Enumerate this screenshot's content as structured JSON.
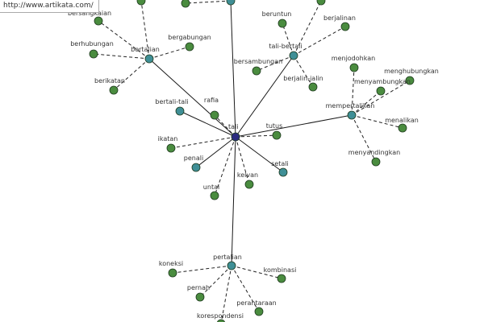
{
  "header": {
    "source_url": "http://www.artikata.com/"
  },
  "colors": {
    "center_node": "#2b2b80",
    "hub_node": "#3f8f96",
    "leaf_node": "#4a8c3f",
    "solid_edge": "#1a1a1a",
    "dashed_edge": "#222222",
    "label_text": "#333333"
  },
  "graph": {
    "nodes": [
      {
        "id": "tali",
        "label": "tali",
        "kind": "center"
      },
      {
        "id": "bertalian",
        "label": "bertalian",
        "kind": "hub"
      },
      {
        "id": "tali-bertali",
        "label": "tali-bertali",
        "kind": "hub"
      },
      {
        "id": "mempertalikan",
        "label": "mempertalikan",
        "kind": "hub"
      },
      {
        "id": "pertalian",
        "label": "pertalian",
        "kind": "hub"
      },
      {
        "id": "bertali-tali",
        "label": "bertali-tali",
        "kind": "hub"
      },
      {
        "id": "penali",
        "label": "penali",
        "kind": "hub"
      },
      {
        "id": "setali",
        "label": "setali",
        "kind": "hub"
      },
      {
        "id": "top-hub",
        "label": "",
        "kind": "hub"
      },
      {
        "id": "bersangkaian",
        "label": "bersangkaian",
        "kind": "leaf"
      },
      {
        "id": "berhubungan",
        "label": "berhubungan",
        "kind": "leaf"
      },
      {
        "id": "bergabungan",
        "label": "bergabungan",
        "kind": "leaf"
      },
      {
        "id": "berikatan",
        "label": "berikatan",
        "kind": "leaf"
      },
      {
        "id": "top-leaf-a",
        "label": "",
        "kind": "leaf"
      },
      {
        "id": "top-leaf-b",
        "label": "",
        "kind": "leaf"
      },
      {
        "id": "beruntun",
        "label": "beruntun",
        "kind": "leaf"
      },
      {
        "id": "berjalinan",
        "label": "berjalinan",
        "kind": "leaf"
      },
      {
        "id": "bersambungan",
        "label": "bersambungan",
        "kind": "leaf"
      },
      {
        "id": "berjalin-jalin",
        "label": "berjalin-jalin",
        "kind": "leaf"
      },
      {
        "id": "tb-top-leaf",
        "label": "",
        "kind": "leaf"
      },
      {
        "id": "menjodohkan",
        "label": "menjodohkan",
        "kind": "leaf"
      },
      {
        "id": "menghubungkan",
        "label": "menghubungkan",
        "kind": "leaf"
      },
      {
        "id": "menyambungkan",
        "label": "menyambungkan",
        "kind": "leaf"
      },
      {
        "id": "menalikan",
        "label": "menalikan",
        "kind": "leaf"
      },
      {
        "id": "menyandingkan",
        "label": "menyandingkan",
        "kind": "leaf"
      },
      {
        "id": "rafia",
        "label": "rafia",
        "kind": "leaf"
      },
      {
        "id": "tutus",
        "label": "tutus",
        "kind": "leaf"
      },
      {
        "id": "ikatan",
        "label": "ikatan",
        "kind": "leaf"
      },
      {
        "id": "kelvan",
        "label": "kelvan",
        "kind": "leaf"
      },
      {
        "id": "untai",
        "label": "untai",
        "kind": "leaf"
      },
      {
        "id": "koneksi",
        "label": "koneksi",
        "kind": "leaf"
      },
      {
        "id": "kombinasi",
        "label": "kombinasi",
        "kind": "leaf"
      },
      {
        "id": "pernah",
        "label": "pernah",
        "kind": "leaf"
      },
      {
        "id": "perantaraan",
        "label": "perantaraan",
        "kind": "leaf"
      },
      {
        "id": "korespondensi",
        "label": "korespondensi",
        "kind": "leaf"
      }
    ],
    "edges": [
      {
        "from": "tali",
        "to": "bertalian",
        "style": "solid"
      },
      {
        "from": "tali",
        "to": "tali-bertali",
        "style": "solid"
      },
      {
        "from": "tali",
        "to": "mempertalikan",
        "style": "solid"
      },
      {
        "from": "tali",
        "to": "pertalian",
        "style": "solid"
      },
      {
        "from": "tali",
        "to": "bertali-tali",
        "style": "solid"
      },
      {
        "from": "tali",
        "to": "penali",
        "style": "solid"
      },
      {
        "from": "tali",
        "to": "setali",
        "style": "solid"
      },
      {
        "from": "tali",
        "to": "top-hub",
        "style": "solid"
      },
      {
        "from": "tali",
        "to": "rafia",
        "style": "dashed"
      },
      {
        "from": "tali",
        "to": "tutus",
        "style": "dashed"
      },
      {
        "from": "tali",
        "to": "ikatan",
        "style": "dashed"
      },
      {
        "from": "tali",
        "to": "kelvan",
        "style": "dashed"
      },
      {
        "from": "tali",
        "to": "untai",
        "style": "dashed"
      },
      {
        "from": "bertalian",
        "to": "bersangkaian",
        "style": "dashed"
      },
      {
        "from": "bertalian",
        "to": "berhubungan",
        "style": "dashed"
      },
      {
        "from": "bertalian",
        "to": "bergabungan",
        "style": "dashed"
      },
      {
        "from": "bertalian",
        "to": "berikatan",
        "style": "dashed"
      },
      {
        "from": "bertalian",
        "to": "top-leaf-a",
        "style": "dashed"
      },
      {
        "from": "top-hub",
        "to": "top-leaf-b",
        "style": "dashed"
      },
      {
        "from": "tali-bertali",
        "to": "beruntun",
        "style": "dashed"
      },
      {
        "from": "tali-bertali",
        "to": "berjalinan",
        "style": "dashed"
      },
      {
        "from": "tali-bertali",
        "to": "bersambungan",
        "style": "dashed"
      },
      {
        "from": "tali-bertali",
        "to": "berjalin-jalin",
        "style": "dashed"
      },
      {
        "from": "tali-bertali",
        "to": "tb-top-leaf",
        "style": "dashed"
      },
      {
        "from": "mempertalikan",
        "to": "menjodohkan",
        "style": "dashed"
      },
      {
        "from": "mempertalikan",
        "to": "menghubungkan",
        "style": "dashed"
      },
      {
        "from": "mempertalikan",
        "to": "menyambungkan",
        "style": "dashed"
      },
      {
        "from": "mempertalikan",
        "to": "menalikan",
        "style": "dashed"
      },
      {
        "from": "mempertalikan",
        "to": "menyandingkan",
        "style": "dashed"
      },
      {
        "from": "pertalian",
        "to": "koneksi",
        "style": "dashed"
      },
      {
        "from": "pertalian",
        "to": "kombinasi",
        "style": "dashed"
      },
      {
        "from": "pertalian",
        "to": "pernah",
        "style": "dashed"
      },
      {
        "from": "pertalian",
        "to": "perantaraan",
        "style": "dashed"
      },
      {
        "from": "pertalian",
        "to": "korespondensi",
        "style": "dashed"
      }
    ]
  }
}
